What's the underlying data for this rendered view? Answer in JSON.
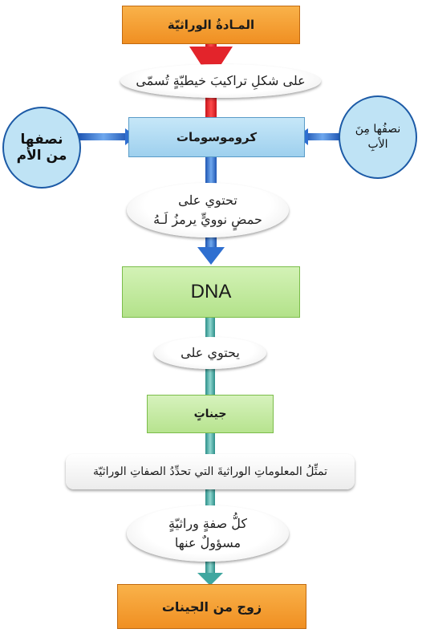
{
  "diagram": {
    "genetic_material": "المـادةُ الوراثيّة",
    "link_shape_named": "على شكلِ تراكيبَ خيطيّةٍ تُسمّى",
    "chromosomes": "كروموسومات",
    "half_from_mother": "نصفها من الأم",
    "half_from_father": "نصفُها مِنَ الأبِ",
    "link_contains_acid_line1": "تحتوي على",
    "link_contains_acid_line2": "حمضٍ نوويٍّ يرمزُ لَـهُ",
    "dna": "DNA",
    "link_contains": "يحتوي على",
    "genes": "جيناتٍ",
    "link_represent_info": "تمثِّلُ المعلوماتِ الوراثيةَ التي تحدِّدُ الصفاتِ الوراثيّة",
    "link_each_trait_line1": "كلُّ صفةٍ وراثيّةٍ",
    "link_each_trait_line2": "مسؤولٌ عنها",
    "gene_pair": "زوج من الجينات"
  },
  "colors": {
    "orange_box": "#f7a33a",
    "red_arrow": "#e3242b",
    "blue_box": "#a9d7f1",
    "blue_arrow": "#2f6fd0",
    "green_box": "#bfe89a",
    "teal_arrow": "#3fa7a0"
  }
}
